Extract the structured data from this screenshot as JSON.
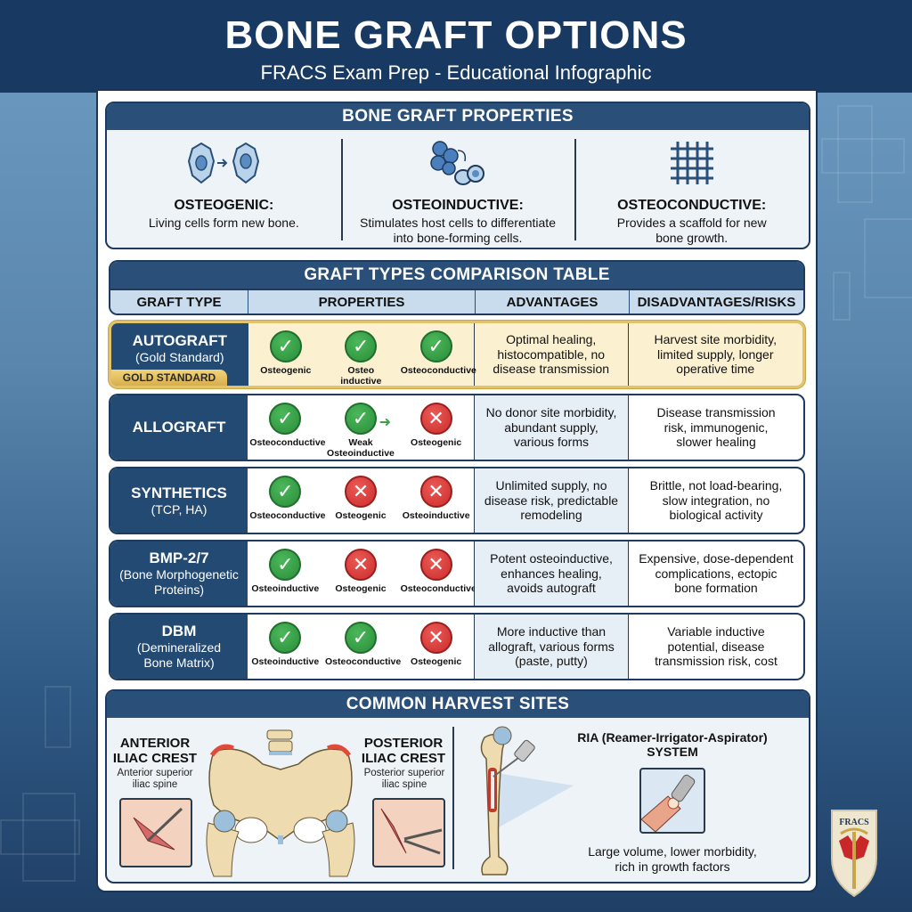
{
  "header": {
    "title": "BONE GRAFT OPTIONS",
    "subtitle": "FRACS Exam Prep - Educational Infographic"
  },
  "properties_panel": {
    "title": "BONE GRAFT PROPERTIES",
    "items": [
      {
        "icon": "cell-division-icon",
        "name": "OSTEOGENIC:",
        "desc_lines": [
          "Living cells form new bone."
        ]
      },
      {
        "icon": "protein-cell-signal-icon",
        "name": "OSTEOINDUCTIVE:",
        "desc_lines": [
          "Stimulates host cells to differentiate",
          "into bone-forming cells."
        ]
      },
      {
        "icon": "scaffold-grid-icon",
        "name": "OSTEOCONDUCTIVE:",
        "desc_lines": [
          "Provides a scaffold for new",
          "bone growth."
        ]
      }
    ]
  },
  "comparison_table": {
    "title": "GRAFT TYPES COMPARISON TABLE",
    "columns": [
      "GRAFT TYPE",
      "PROPERTIES",
      "ADVANTAGES",
      "DISADVANTAGES/RISKS"
    ],
    "rows": [
      {
        "name": "AUTOGRAFT",
        "sub_lines": [
          "(Gold Standard)"
        ],
        "badge": "GOLD STANDARD",
        "highlight": true,
        "properties": [
          {
            "status": "yes",
            "label_lines": [
              "Osteogenic"
            ]
          },
          {
            "status": "yes",
            "label_lines": [
              "Osteo",
              "inductive"
            ]
          },
          {
            "status": "yes",
            "label_lines": [
              "Osteoconductive"
            ]
          }
        ],
        "advantages_lines": [
          "Optimal healing,",
          "histocompatible, no",
          "disease transmission"
        ],
        "disadvantages_lines": [
          "Harvest site morbidity,",
          "limited supply, longer",
          "operative time"
        ]
      },
      {
        "name": "ALLOGRAFT",
        "sub_lines": [],
        "properties": [
          {
            "status": "yes",
            "label_lines": [
              "Osteoconductive"
            ]
          },
          {
            "status": "weak",
            "label_lines": [
              "Weak",
              "Osteoinductive"
            ]
          },
          {
            "status": "no",
            "label_lines": [
              "Osteogenic"
            ]
          }
        ],
        "advantages_lines": [
          "No donor site morbidity,",
          "abundant supply,",
          "various forms"
        ],
        "disadvantages_lines": [
          "Disease transmission",
          "risk, immunogenic,",
          "slower healing"
        ]
      },
      {
        "name": "SYNTHETICS",
        "sub_lines": [
          "(TCP, HA)"
        ],
        "properties": [
          {
            "status": "yes",
            "label_lines": [
              "Osteoconductive"
            ]
          },
          {
            "status": "no",
            "label_lines": [
              "Osteogenic"
            ]
          },
          {
            "status": "no",
            "label_lines": [
              "Osteoinductive"
            ]
          }
        ],
        "advantages_lines": [
          "Unlimited supply, no",
          "disease risk, predictable",
          "remodeling"
        ],
        "disadvantages_lines": [
          "Brittle, not load-bearing,",
          "slow integration, no",
          "biological activity"
        ]
      },
      {
        "name": "BMP-2/7",
        "sub_lines": [
          "(Bone Morphogenetic",
          "Proteins)"
        ],
        "properties": [
          {
            "status": "yes",
            "label_lines": [
              "Osteoinductive"
            ]
          },
          {
            "status": "no",
            "label_lines": [
              "Osteogenic"
            ]
          },
          {
            "status": "no",
            "label_lines": [
              "Osteoconductive"
            ]
          }
        ],
        "advantages_lines": [
          "Potent osteoinductive,",
          "enhances healing,",
          "avoids autograft"
        ],
        "disadvantages_lines": [
          "Expensive, dose-dependent",
          "complications, ectopic",
          "bone formation"
        ]
      },
      {
        "name": "DBM",
        "sub_lines": [
          "(Demineralized",
          "Bone Matrix)"
        ],
        "properties": [
          {
            "status": "yes",
            "label_lines": [
              "Osteoinductive"
            ]
          },
          {
            "status": "yes",
            "label_lines": [
              "Osteoconductive"
            ]
          },
          {
            "status": "no",
            "label_lines": [
              "Osteogenic"
            ]
          }
        ],
        "advantages_lines": [
          "More inductive than",
          "allograft, various forms",
          "(paste, putty)"
        ],
        "disadvantages_lines": [
          "Variable inductive",
          "potential, disease",
          "transmission risk, cost"
        ]
      }
    ]
  },
  "harvest_panel": {
    "title": "COMMON HARVEST SITES",
    "anterior": {
      "title_lines": [
        "ANTERIOR",
        "ILIAC CREST"
      ],
      "sub_lines": [
        "Anterior superior",
        "iliac spine"
      ]
    },
    "posterior": {
      "title_lines": [
        "POSTERIOR",
        "ILIAC CREST"
      ],
      "sub_lines": [
        "Posterior superior",
        "iliac spine"
      ]
    },
    "ria": {
      "title_lines": [
        "RIA (Reamer-Irrigator-Aspirator)",
        "SYSTEM"
      ],
      "desc_lines": [
        "Large volume, lower morbidity,",
        "rich in growth factors"
      ]
    }
  },
  "logo": {
    "text": "FRACS"
  },
  "colors": {
    "navy": "#183a62",
    "panel_header": "#2a4f78",
    "gold": "#e2c36b",
    "check_green": "#2a8d3a",
    "cross_red": "#c92d2c"
  }
}
